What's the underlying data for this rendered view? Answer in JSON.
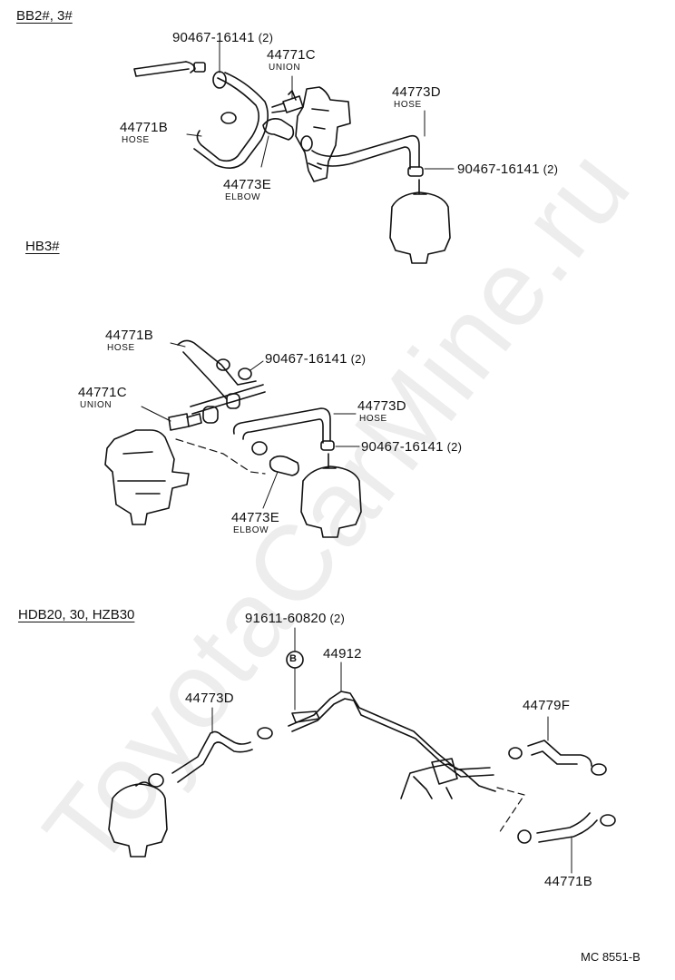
{
  "sections": [
    {
      "title": "BB2#, 3#",
      "labels": [
        {
          "part": "90467-16141",
          "qty": "(2)"
        },
        {
          "part": "44771C",
          "sub": "UNION"
        },
        {
          "part": "44773D",
          "sub": "HOSE"
        },
        {
          "part": "44771B",
          "sub": "HOSE"
        },
        {
          "part": "44773E",
          "sub": "ELBOW"
        },
        {
          "part": "90467-16141",
          "qty": "(2)"
        }
      ]
    },
    {
      "title": "HB3#",
      "labels": [
        {
          "part": "44771B",
          "sub": "HOSE"
        },
        {
          "part": "90467-16141",
          "qty": "(2)"
        },
        {
          "part": "44771C",
          "sub": "UNION"
        },
        {
          "part": "44773D",
          "sub": "HOSE"
        },
        {
          "part": "90467-16141",
          "qty": "(2)"
        },
        {
          "part": "44773E",
          "sub": "ELBOW"
        }
      ]
    },
    {
      "title": "HDB20, 30, HZB30",
      "labels": [
        {
          "part": "91611-60820",
          "qty": "(2)"
        },
        {
          "part": "44912"
        },
        {
          "part": "44773D"
        },
        {
          "part": "44779F"
        },
        {
          "part": "44771B"
        }
      ],
      "bolt_marker": "B"
    }
  ],
  "footer_code": "MC 8551-B",
  "watermark": "ToyotaCarMine.ru"
}
